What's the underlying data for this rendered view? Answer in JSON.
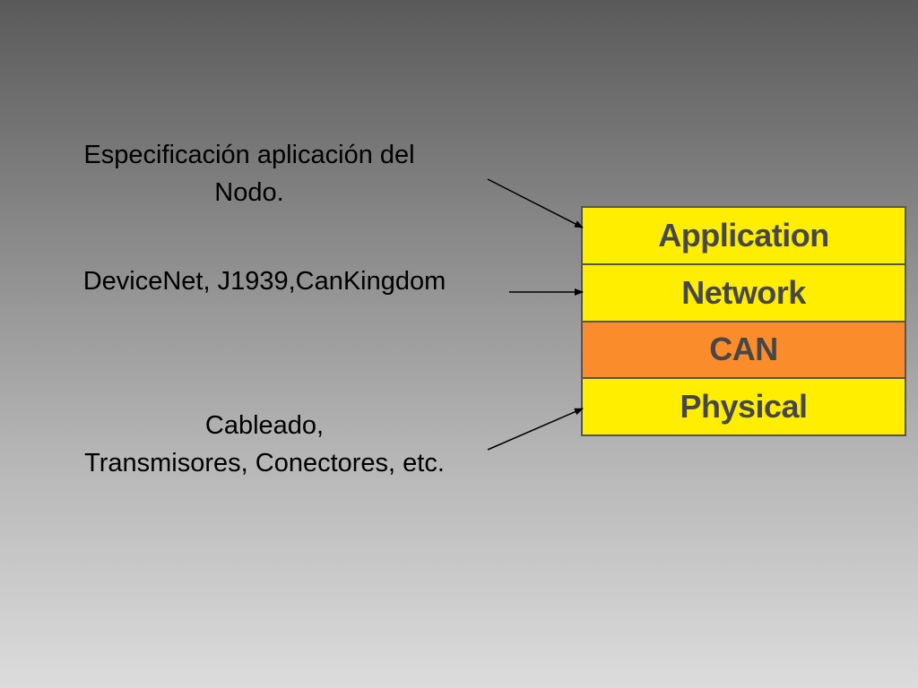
{
  "labels": {
    "application": [
      "Especificación aplicación del",
      "Nodo."
    ],
    "network": "DeviceNet, J1939,CanKingdom",
    "physical": [
      "Cableado,",
      "Transmisores, Conectores, etc."
    ]
  },
  "layers": [
    {
      "name": "Application",
      "color": "#ffee00"
    },
    {
      "name": "Network",
      "color": "#ffee00"
    },
    {
      "name": "CAN",
      "color": "#fb8c2b"
    },
    {
      "name": "Physical",
      "color": "#ffee00"
    }
  ]
}
